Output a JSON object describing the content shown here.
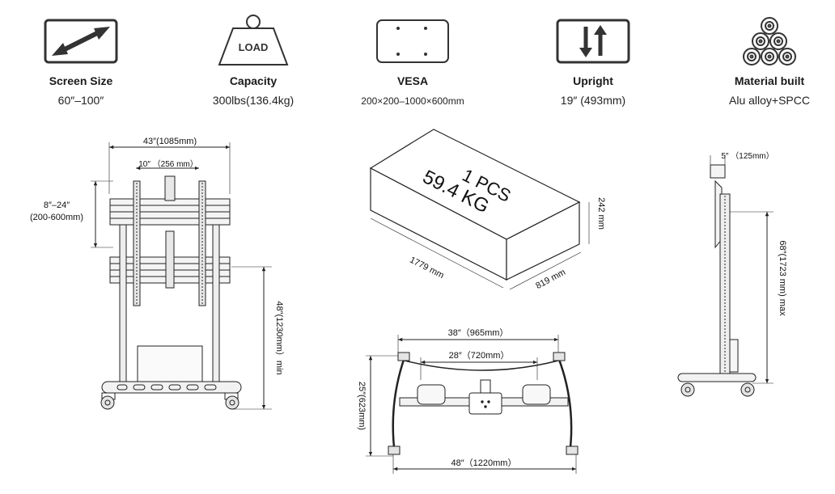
{
  "specs": {
    "screen_size": {
      "icon": "diagonal-arrow-icon",
      "label": "Screen Size",
      "value": "60″–100″"
    },
    "capacity": {
      "icon": "weight-icon",
      "icon_text": "LOAD",
      "label": "Capacity",
      "value": "300lbs(136.4kg)"
    },
    "vesa": {
      "icon": "vesa-pattern-icon",
      "label": "VESA",
      "value": "200×200–1000×600mm"
    },
    "upright": {
      "icon": "up-down-arrows-icon",
      "label": "Upright",
      "value": "19″ (493mm)"
    },
    "material": {
      "icon": "material-coils-icon",
      "label": "Material built",
      "value": "Alu alloy+SPCC"
    }
  },
  "front_view": {
    "width": "43″(1085mm)",
    "bracket": "10″ （256 mm）",
    "vesa_range_in": "8″–24″",
    "vesa_range_mm": "(200-600mm)",
    "min_height": "48″(1230mm）min"
  },
  "package": {
    "quantity": "1 PCS",
    "weight": "59.4 KG",
    "length": "1779 mm",
    "width": "819 mm",
    "height": "242 mm"
  },
  "base_view": {
    "outer_width": "38″（965mm）",
    "inner_width": "28″（720mm）",
    "depth": "25″(623mm)",
    "foot_width": "48″（1220mm）"
  },
  "side_view": {
    "offset": "5″ （125mm）",
    "max_height": "68″(1723 mm) max"
  },
  "colors": {
    "line": "#1a1a1a",
    "accent": "#2d2d2d"
  }
}
